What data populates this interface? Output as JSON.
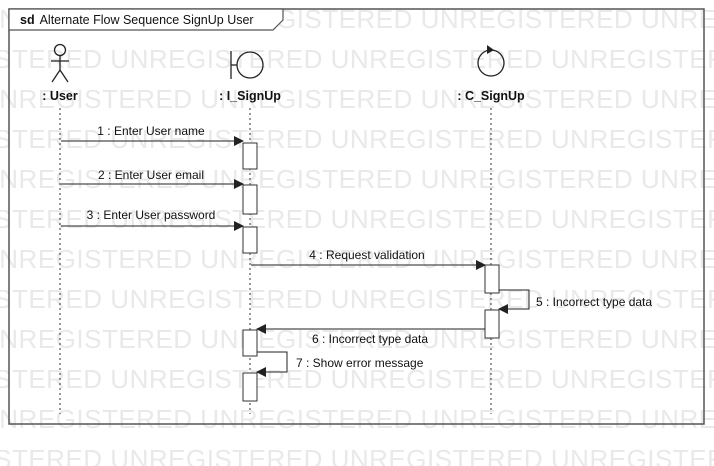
{
  "frame": {
    "keyword": "sd",
    "title": "Alternate Flow Sequence SignUp User"
  },
  "watermark": {
    "text": "UNREGISTERED"
  },
  "lifelines": [
    {
      "id": "user",
      "label": ": User",
      "icon": "actor-icon"
    },
    {
      "id": "ui",
      "label": ": I_SignUp",
      "icon": "boundary-icon"
    },
    {
      "id": "ctrl",
      "label": ": C_SignUp",
      "icon": "control-icon"
    }
  ],
  "messages": [
    {
      "label": "1 : Enter User name",
      "from": "user",
      "to": "ui"
    },
    {
      "label": "2 : Enter User email",
      "from": "user",
      "to": "ui"
    },
    {
      "label": "3 : Enter User password",
      "from": "user",
      "to": "ui"
    },
    {
      "label": "4 : Request validation",
      "from": "ui",
      "to": "ctrl"
    },
    {
      "label": "5 : Incorrect type data",
      "from": "ctrl",
      "to": "ctrl"
    },
    {
      "label": "6 : Incorrect type data",
      "from": "ctrl",
      "to": "ui"
    },
    {
      "label": "7 : Show error message",
      "from": "ui",
      "to": "ui"
    }
  ]
}
